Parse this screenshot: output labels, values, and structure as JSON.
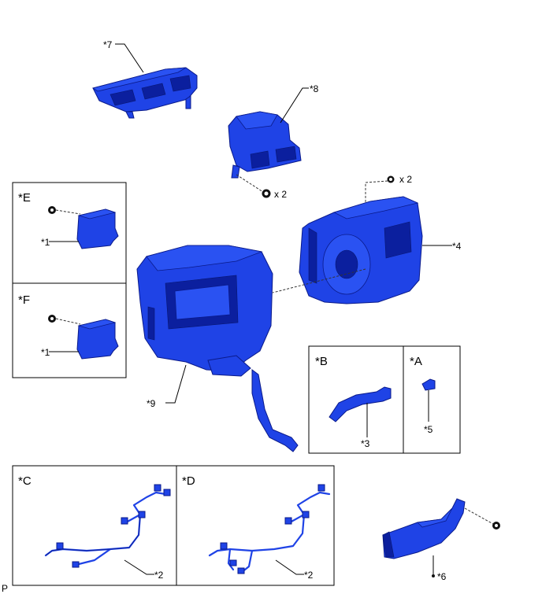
{
  "labels": {
    "p7": "*7",
    "p8": "*8",
    "p4": "*4",
    "p9": "*9",
    "p1a": "*1",
    "p1b": "*1",
    "p3": "*3",
    "p5": "*5",
    "p2a": "*2",
    "p2b": "*2",
    "p6": "*6",
    "x2a": "x 2",
    "x2b": "x 2"
  },
  "boxes": {
    "E": "*E",
    "F": "*F",
    "B": "*B",
    "A": "*A",
    "C": "*C",
    "D": "*D"
  },
  "corner_mark": "P",
  "colors": {
    "part": "#1f43e6",
    "part_outline": "#0a1a8a",
    "fastener": "#111111"
  }
}
